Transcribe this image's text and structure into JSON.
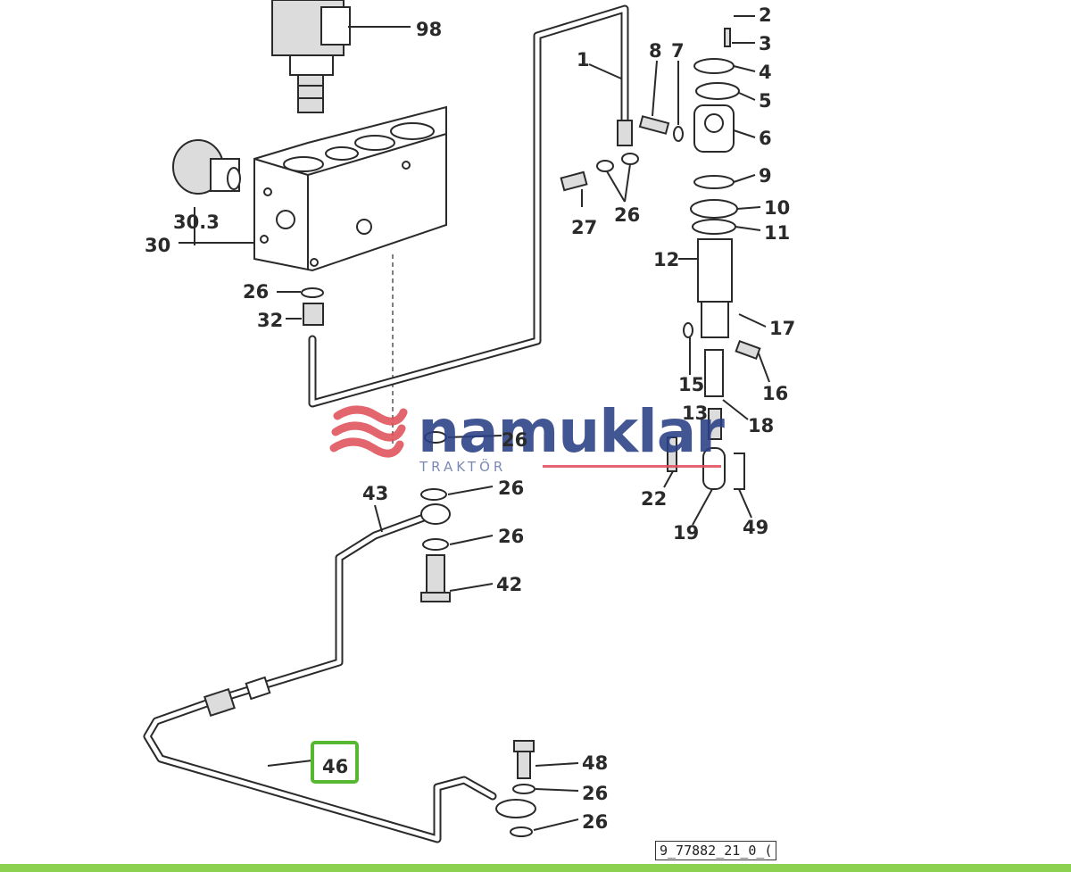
{
  "labels": {
    "l98": "98",
    "l1": "1",
    "l2": "2",
    "l3": "3",
    "l4": "4",
    "l5": "5",
    "l6": "6",
    "l7": "7",
    "l8": "8",
    "l9": "9",
    "l10": "10",
    "l11": "11",
    "l12": "12",
    "l13": "13",
    "l15": "15",
    "l16": "16",
    "l17": "17",
    "l18": "18",
    "l19": "19",
    "l22": "22",
    "l27": "27",
    "l26a": "26",
    "l26b": "26",
    "l26c": "26",
    "l26d": "26",
    "l26e": "26",
    "l26f": "26",
    "l26g": "26",
    "l303": "30.3",
    "l30": "30",
    "l32": "32",
    "l42": "42",
    "l43": "43",
    "l46": "46",
    "l48": "48",
    "l49": "49"
  },
  "watermark": {
    "brand": "namuklar",
    "sub": "TRAKTÖR"
  },
  "reference": "9_77882_21_0_(",
  "colors": {
    "highlight": "#55b830",
    "watermark_red": "#e0505a",
    "watermark_blue": "#2a3f86",
    "bar": "#8cd150"
  }
}
